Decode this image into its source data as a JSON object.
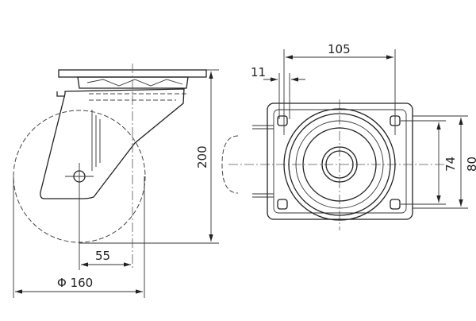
{
  "title": "Swivel castor technical drawing",
  "dimensions": {
    "wheel_diameter": "Φ 160",
    "offset": "55",
    "overall_height": "200",
    "plate_hole_spacing_x": "105",
    "hole_slot": "11",
    "plate_hole_spacing_y_inner": "74",
    "plate_hole_spacing_y_outer": "80"
  }
}
